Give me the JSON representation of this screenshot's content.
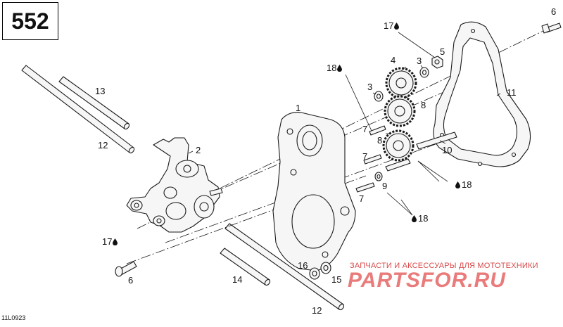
{
  "page_number": "552",
  "reference_code": "11L0923",
  "watermark": {
    "subtitle": "ЗАПЧАСТИ И АКСЕССУАРЫ ДЛЯ МОТОТЕХНИКИ",
    "brand": "PARTSFOR.RU"
  },
  "callouts": {
    "c1": "1",
    "c2": "2",
    "c3a": "3",
    "c3b": "3",
    "c4": "4",
    "c5": "5",
    "c6a": "6",
    "c6b": "6",
    "c7a": "7",
    "c7b": "7",
    "c7c": "7",
    "c8a": "8",
    "c8b": "8",
    "c9": "9",
    "c10": "10",
    "c11": "11",
    "c12a": "12",
    "c12b": "12",
    "c13": "13",
    "c14": "14",
    "c15": "15",
    "c16": "16",
    "c17a": "17",
    "c17b": "17",
    "c18a": "18",
    "c18b": "18",
    "c18c": "18"
  },
  "colors": {
    "line": "#1a1a1a",
    "fill": "#f4f4f4",
    "watermark": "#e97b7b"
  },
  "icons": [
    "oil-drop-icon"
  ]
}
